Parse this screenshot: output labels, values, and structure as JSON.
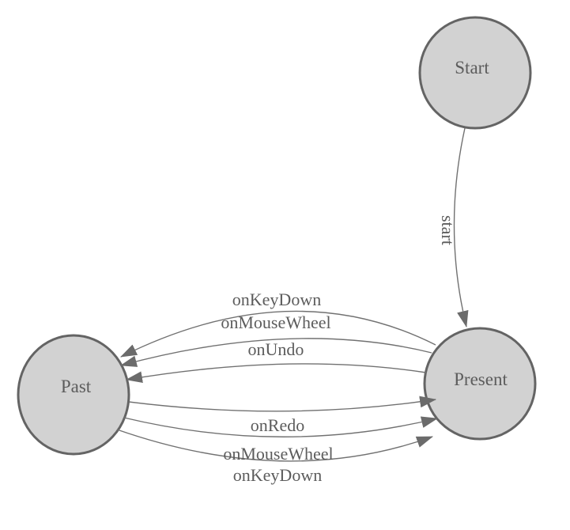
{
  "diagram": {
    "colors": {
      "background": "#ffffff",
      "node_fill": "#d2d2d2",
      "node_stroke": "#646464",
      "edge_stroke": "#717171",
      "arrow_fill": "#6b6b6b",
      "text": "#5c5c5c"
    },
    "nodes": [
      {
        "id": "start",
        "label": "Start"
      },
      {
        "id": "past",
        "label": "Past"
      },
      {
        "id": "present",
        "label": "Present"
      }
    ],
    "edges": [
      {
        "from": "Start",
        "to": "Present",
        "label": "start"
      },
      {
        "from": "Present",
        "to": "Past",
        "label": "onKeyDown"
      },
      {
        "from": "Present",
        "to": "Past",
        "label": "onMouseWheel"
      },
      {
        "from": "Present",
        "to": "Past",
        "label": "onUndo"
      },
      {
        "from": "Past",
        "to": "Present",
        "label": "onRedo"
      },
      {
        "from": "Past",
        "to": "Present",
        "label": "onMouseWheel"
      },
      {
        "from": "Past",
        "to": "Present",
        "label": "onKeyDown"
      }
    ]
  }
}
